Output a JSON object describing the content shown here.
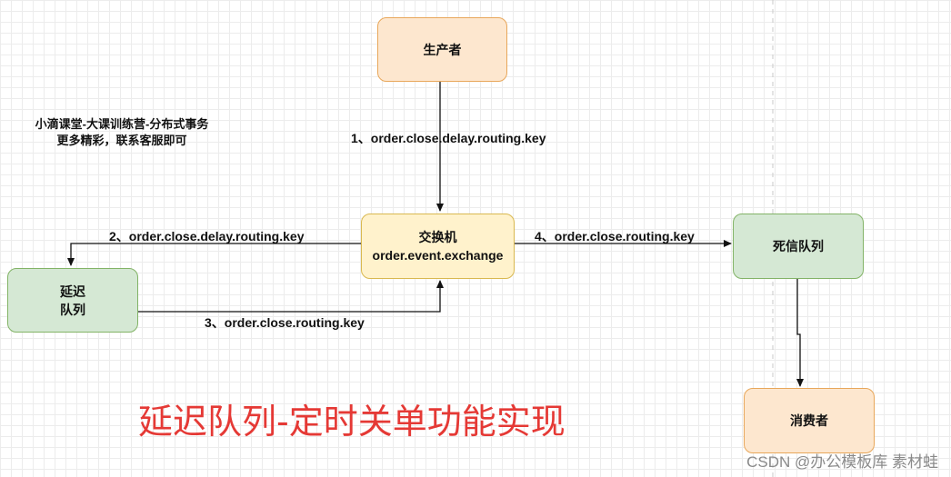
{
  "nodes": {
    "producer": "生产者",
    "exchange": [
      "交换机",
      "order.event.exchange"
    ],
    "delay_queue": [
      "延迟",
      "队列"
    ],
    "dead_letter_queue": "死信队列",
    "consumer": "消费者"
  },
  "edges": {
    "e1": "1、order.close.delay.routing.key",
    "e2": "2、order.close.delay.routing.key",
    "e3": "3、order.close.routing.key",
    "e4": "4、order.close.routing.key"
  },
  "note": [
    "小滴课堂-大课训练营-分布式事务",
    "更多精彩，联系客服即可"
  ],
  "title": "延迟队列-定时关单功能实现",
  "watermark": "CSDN @办公模板库 素材蛙",
  "colors": {
    "orange_fill": "#fde7cf",
    "yellow_fill": "#fff2cc",
    "green_fill": "#d5e8d4",
    "title_red": "#e53935"
  }
}
